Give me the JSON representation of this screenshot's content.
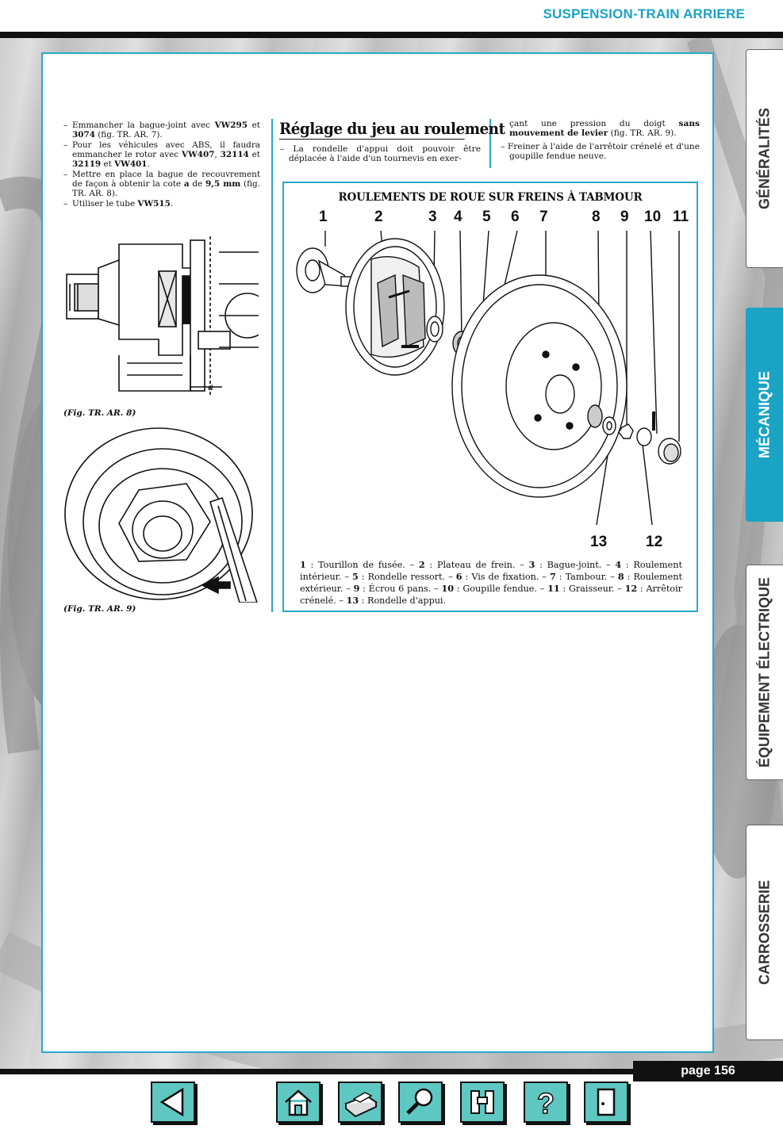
{
  "header": {
    "title": "SUSPENSION-TRAIN ARRIERE"
  },
  "col1": {
    "items": [
      [
        "Emmancher la bague-joint avec ",
        "VW295",
        " et ",
        "3074",
        " (fig. TR. AR. 7)."
      ],
      [
        "Pour les véhicules avec ABS, il faudra emmancher le rotor avec ",
        "VW407",
        ", ",
        "32114",
        " et ",
        "32119",
        " et ",
        "VW401",
        "."
      ],
      [
        "Mettre en place la bague de recouvrement de façon à obtenir la cote ",
        "a",
        " de ",
        "9,5 mm",
        " (fig. TR. AR. 8)."
      ],
      [
        "Utiliser le tube ",
        "VW515",
        "."
      ]
    ],
    "fig8_caption": "(Fig. TR. AR. 8)",
    "fig9_caption": "(Fig. TR. AR. 9)",
    "fig8_label_a": "a"
  },
  "col2": {
    "title": "Réglage du jeu au roulement",
    "text": "– La rondelle d'appui doit pouvoir être déplacée à l'aide d'un tournevis en exer-"
  },
  "col3": {
    "cont_before": "çant une pression du doigt ",
    "cont_bold": "sans mouvement de levier",
    "cont_after": " (fig. TR. AR. 9).",
    "item2": "– Freiner à l'aide de l'arrêtoir crénelé et d'une goupille fendue neuve."
  },
  "diagram": {
    "title": "ROULEMENTS DE ROUE SUR FREINS À TABMOUR",
    "numbers_top": [
      "1",
      "2",
      "3",
      "4",
      "5",
      "6",
      "7",
      "8",
      "9",
      "10",
      "11"
    ],
    "numbers_bottom": [
      "13",
      "12"
    ],
    "legend": [
      [
        "1",
        "Tourillon de fusée."
      ],
      [
        "2",
        "Plateau de frein."
      ],
      [
        "3",
        "Bague-joint."
      ],
      [
        "4",
        "Roulement intérieur."
      ],
      [
        "5",
        "Rondelle ressort."
      ],
      [
        "6",
        "Vis de fixation."
      ],
      [
        "7",
        "Tambour."
      ],
      [
        "8",
        "Roulement extérieur."
      ],
      [
        "9",
        "Écrou 6 pans."
      ],
      [
        "10",
        "Goupille fendue."
      ],
      [
        "11",
        "Graisseur."
      ],
      [
        "12",
        "Arrêtoir crénelé."
      ],
      [
        "13",
        "Rondelle d'appui."
      ]
    ]
  },
  "tabs": [
    "GÉNÉRALITÉS",
    "MÉCANIQUE",
    "ÉQUIPEMENT ÉLECTRIQUE",
    "CARROSSERIE"
  ],
  "active_tab": "MÉCANIQUE",
  "footer": {
    "page": "page 156"
  },
  "nav": [
    {
      "icon": "back-arrow-icon"
    },
    {
      "icon": "home-icon"
    },
    {
      "icon": "printer-icon"
    },
    {
      "icon": "magnifier-icon"
    },
    {
      "icon": "binoculars-icon"
    },
    {
      "icon": "help-icon"
    },
    {
      "icon": "exit-door-icon"
    }
  ],
  "colors": {
    "accent": "#1aa3c4",
    "button": "#5ec7c2",
    "bar": "#111111"
  }
}
